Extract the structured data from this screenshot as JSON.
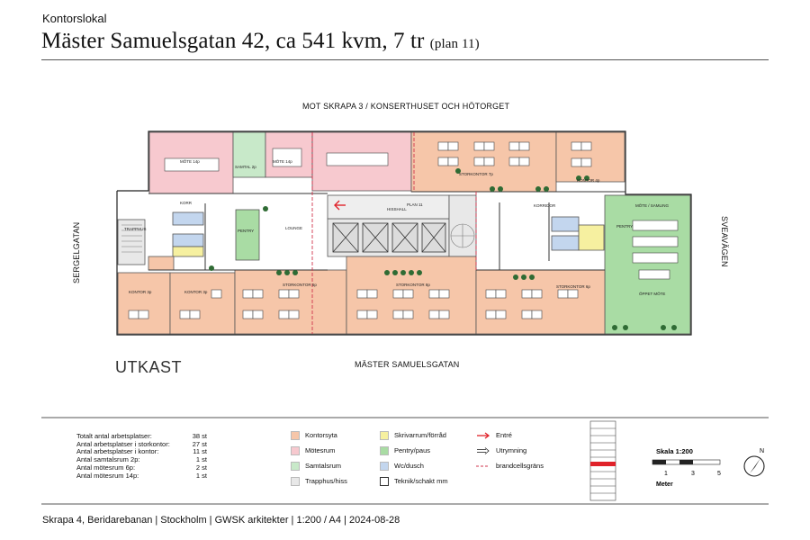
{
  "header": {
    "kicker": "Kontorslokal",
    "title": "Mäster Samuelsgatan 42, ca 541 kvm, 7 tr",
    "subtitle": "(plan 11)"
  },
  "streets": {
    "top": "MOT SKRAPA 3 / KONSERTHUSET OCH HÖTORGET",
    "bottom": "MÄSTER SAMUELSGATAN",
    "left": "SERGELGATAN",
    "right": "SVEAVÄGEN"
  },
  "watermark": "UTKAST",
  "rooms": [
    {
      "label": "MÖTE 14p"
    },
    {
      "label": "SAMTAL 2p"
    },
    {
      "label": "MÖTE 14p"
    },
    {
      "label": "STORKONTOR 7p"
    },
    {
      "label": "KONTOR 4p"
    },
    {
      "label": "MÖTE / SAMLING"
    },
    {
      "label": "PENTRY"
    },
    {
      "label": "ÖPPET MÖTE"
    },
    {
      "label": "LOUNGE"
    },
    {
      "label": "PENTRY"
    },
    {
      "label": "HISSHALL"
    },
    {
      "label": "PLAN 11"
    },
    {
      "label": "STORKONTOR 6p"
    },
    {
      "label": "STORKONTOR 8p"
    },
    {
      "label": "STORKONTOR 6p"
    },
    {
      "label": "KONTOR 3p"
    },
    {
      "label": "KONTOR 3p"
    },
    {
      "label": "KORRIDOR"
    },
    {
      "label": "KORR"
    },
    {
      "label": "TRAPPHUS"
    }
  ],
  "stats": [
    {
      "label": "Totalt antal arbetsplatser:",
      "value": "38 st"
    },
    {
      "label": "Antal arbetsplatser i storkontor:",
      "value": "27 st"
    },
    {
      "label": "Antal arbetsplatser i kontor:",
      "value": "11 st"
    },
    {
      "label": "Antal samtalsrum 2p:",
      "value": "1 st"
    },
    {
      "label": "Antal mötesrum 6p:",
      "value": "2 st"
    },
    {
      "label": "Antal mötesrum 14p:",
      "value": "1 st"
    }
  ],
  "legend": {
    "col1": [
      {
        "label": "Kontorsyta",
        "color": "#f6c6a9"
      },
      {
        "label": "Mötesrum",
        "color": "#f7c9cf"
      },
      {
        "label": "Samtalsrum",
        "color": "#c8e9c9"
      },
      {
        "label": "Trapphus/hiss",
        "color": "#e8e8e8"
      }
    ],
    "col2": [
      {
        "label": "Skrivarrum/förråd",
        "color": "#f6f0a0"
      },
      {
        "label": "Pentry/paus",
        "color": "#a9dca4"
      },
      {
        "label": "Wc/dusch",
        "color": "#c3d6ee"
      },
      {
        "label": "Teknik/schakt mm",
        "color": "#ffffff"
      }
    ],
    "col3": [
      {
        "label": "Entré",
        "icon": "entrance-arrow-icon"
      },
      {
        "label": "Utrymning",
        "icon": "exit-arrow-icon"
      },
      {
        "label": "brandcellsgräns",
        "icon": "dashed-line-icon"
      }
    ]
  },
  "scale": {
    "title": "Skala 1:200",
    "ticks": [
      "1",
      "3",
      "5"
    ],
    "unit": "Meter"
  },
  "north": {
    "label": "N"
  },
  "footer": "Skrapa 4, Beridarebanan  |  Stockholm  |  GWSK arkitekter  |  1:200 / A4  |  2024-08-28",
  "colors": {
    "office": "#f6c6a9",
    "meeting": "#f7c9cf",
    "talk": "#c8e9c9",
    "stair": "#e8e8e8",
    "pantry": "#a9dca4",
    "wc": "#c3d6ee",
    "storage": "#f6f0a0",
    "entrance": "#e0222a",
    "fireline": "#d0344c"
  }
}
